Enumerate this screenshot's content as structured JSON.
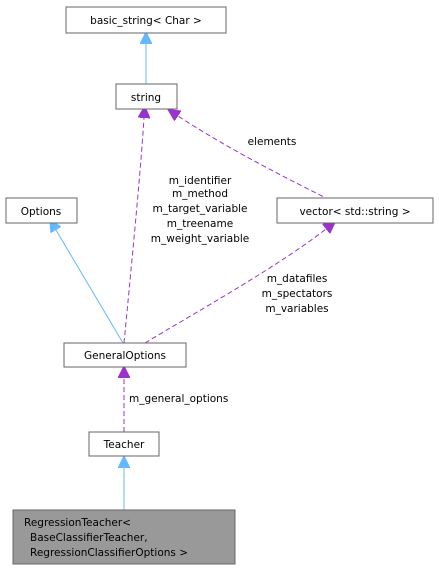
{
  "nodes": {
    "basic_string": {
      "label": "basic_string< Char >"
    },
    "string": {
      "label": "string"
    },
    "options": {
      "label": "Options"
    },
    "vector": {
      "label": "vector< std::string >"
    },
    "general_options": {
      "label": "GeneralOptions"
    },
    "teacher": {
      "label": "Teacher"
    },
    "regression_teacher": {
      "lines": [
        "RegressionTeacher<",
        "BaseClassifierTeacher,",
        "RegressionClassifierOptions >"
      ]
    }
  },
  "edge_labels": {
    "vector_to_string": "elements",
    "string_to_general_options": [
      "m_identifier",
      "m_method",
      "m_target_variable",
      "m_treename",
      "m_weight_variable"
    ],
    "vector_to_general_options": [
      "m_datafiles",
      "m_spectators",
      "m_variables"
    ],
    "general_options_to_teacher": "m_general_options"
  },
  "colors": {
    "inheritance": "#63b8ff",
    "usage": "#9a32cd",
    "node_border": "#666666",
    "highlight_fill": "#999999"
  }
}
